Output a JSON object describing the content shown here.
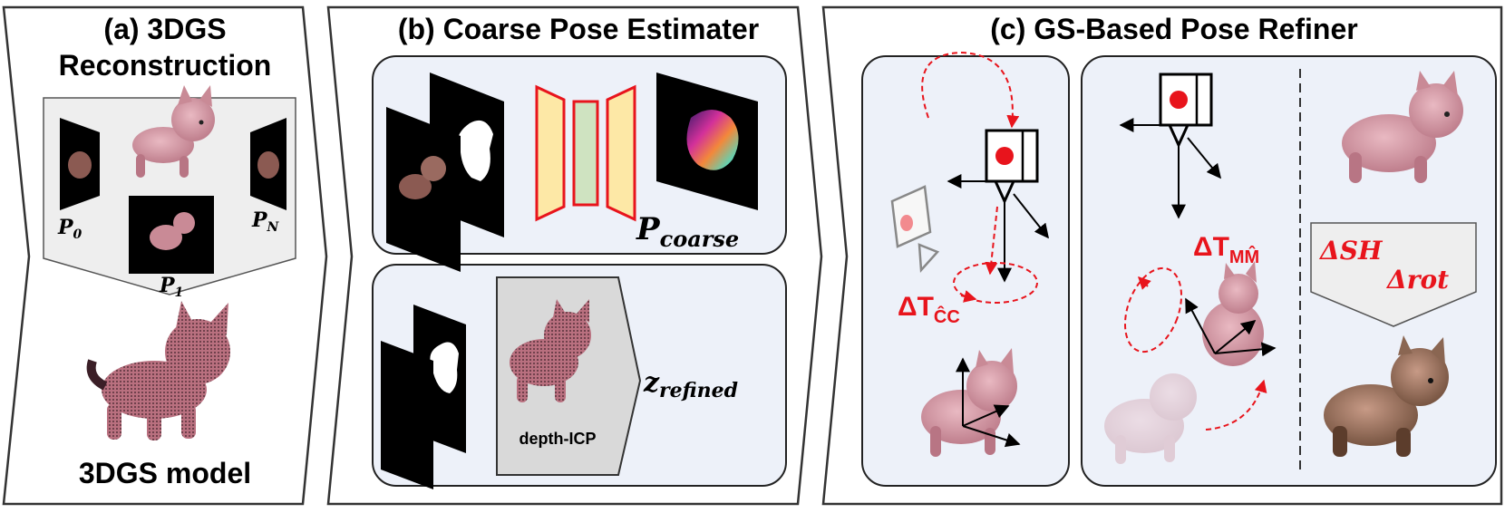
{
  "panels": {
    "a": {
      "title_line1": "(a) 3DGS",
      "title_line2": "Reconstruction",
      "p0": "P",
      "p0_sub": "0",
      "p1": "P",
      "p1_sub": "1",
      "pn": "P",
      "pn_sub": "N",
      "model_label": "3DGS model"
    },
    "b": {
      "title": "(b) Coarse Pose Estimater",
      "p_coarse": "P",
      "p_coarse_sub": "coarse",
      "depth_icp": "depth-ICP",
      "z_refined": "z",
      "z_refined_sub": "refined"
    },
    "c": {
      "title": "(c) GS-Based Pose Refiner",
      "delta_t_cc": "ΔT",
      "delta_t_cc_sub": "ĈC",
      "delta_t_mm": "ΔT",
      "delta_t_mm_sub": "MM̂",
      "delta_sh": "ΔSH",
      "delta_rot": "Δrot"
    }
  },
  "colors": {
    "panel_fill": "#edf1f9",
    "accent_red": "#e8141c",
    "gray_box": "#d9d9d9",
    "cat_pink": "#c98a96",
    "encoder_yellow": "#fde8a6",
    "encoder_green": "#cfe3c1"
  }
}
